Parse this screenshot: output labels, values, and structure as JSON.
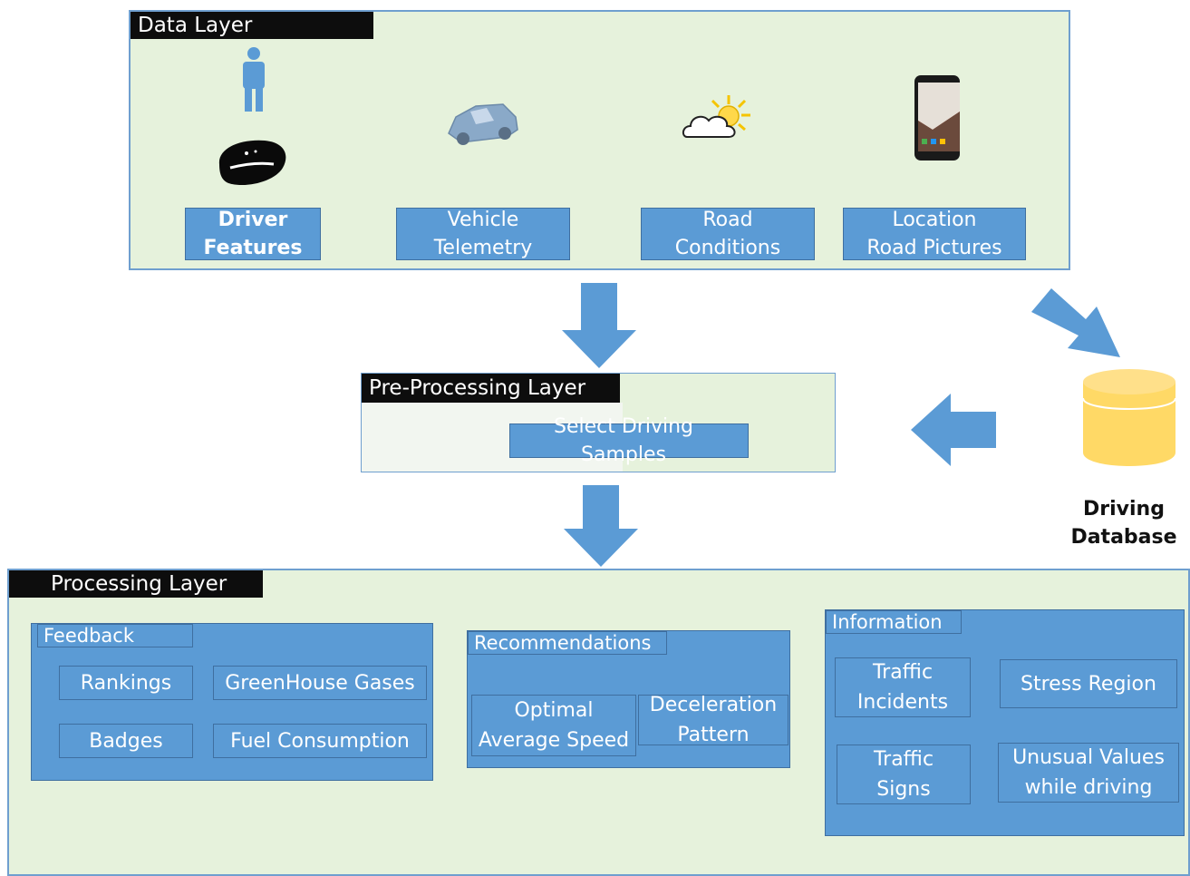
{
  "data_layer": {
    "title": "Data Layer",
    "sources": [
      {
        "line1": "Driver",
        "line2": "Features",
        "icon": "person-icon"
      },
      {
        "line1": "Vehicle",
        "line2": "Telemetry",
        "icon": "car-icon"
      },
      {
        "line1": "Road",
        "line2": "Conditions",
        "icon": "weather-icon"
      },
      {
        "line1": "Location",
        "line2": "Road Pictures",
        "icon": "smartphone-icon"
      }
    ]
  },
  "preprocessing_layer": {
    "title": "Pre-Processing Layer",
    "button": "Select Driving Samples"
  },
  "database": {
    "line1": "Driving",
    "line2": "Database",
    "icon": "database-cylinder-icon"
  },
  "processing_layer": {
    "title": "Processing Layer",
    "feedback": {
      "title": "Feedback",
      "items": [
        "Rankings",
        "GreenHouse Gases",
        "Badges",
        "Fuel Consumption"
      ]
    },
    "recommendations": {
      "title": "Recommendations",
      "items": [
        {
          "line1": "Optimal",
          "line2": "Average Speed"
        },
        {
          "line1": "Deceleration",
          "line2": "Pattern"
        }
      ]
    },
    "information": {
      "title": "Information",
      "items": [
        {
          "line1": "Traffic",
          "line2": "Incidents"
        },
        {
          "line1": "Stress Region",
          "line2": ""
        },
        {
          "line1": "Traffic",
          "line2": "Signs"
        },
        {
          "line1": "Unusual Values",
          "line2": "while driving"
        }
      ]
    }
  },
  "colors": {
    "layer_bg": "#e6f2dc",
    "box_blue": "#5b9bd5",
    "arrow_blue": "#5b9bd5",
    "db_yellow": "#ffd966",
    "title_bar": "#0d0d0d"
  }
}
